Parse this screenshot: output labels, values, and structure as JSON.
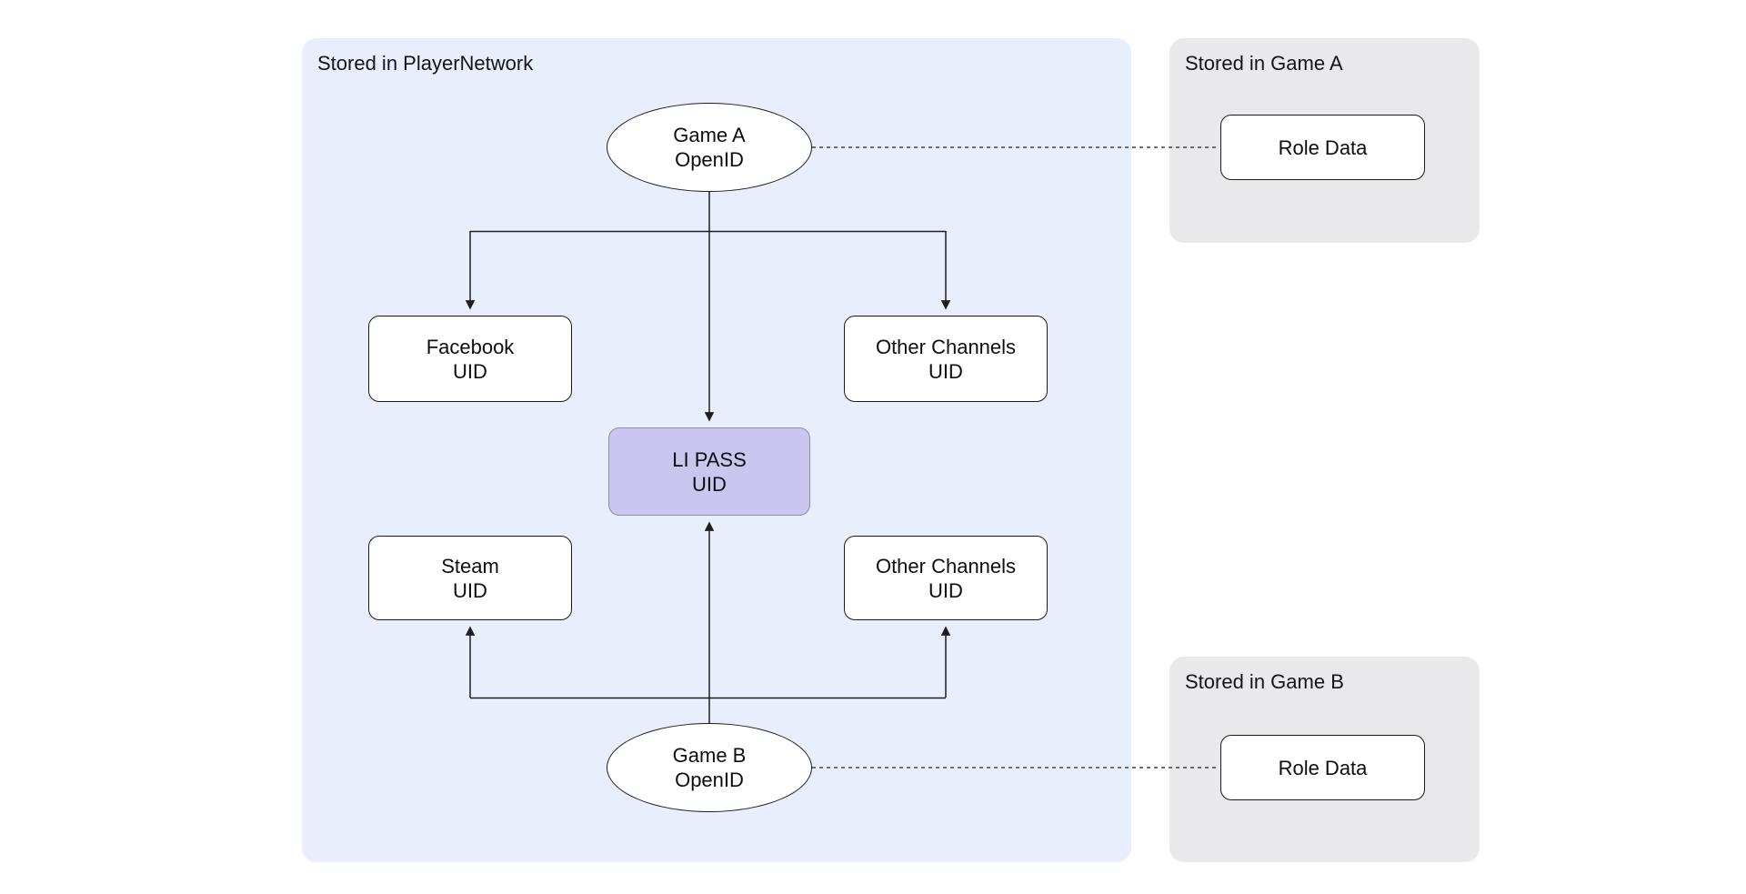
{
  "diagram": {
    "containers": {
      "player_network": {
        "label": "Stored in PlayerNetwork",
        "fill": "#e8eefc"
      },
      "game_a": {
        "label": "Stored in Game A",
        "fill": "#e9e9ec"
      },
      "game_b": {
        "label": "Stored in Game B",
        "fill": "#e9e9ec"
      }
    },
    "nodes": {
      "game_a_openid": {
        "line1": "Game A",
        "line2": "OpenID"
      },
      "facebook_uid": {
        "line1": "Facebook",
        "line2": "UID"
      },
      "other_channels_uid_top": {
        "line1": "Other Channels",
        "line2": "UID"
      },
      "li_pass_uid": {
        "line1": "LI PASS",
        "line2": "UID"
      },
      "steam_uid": {
        "line1": "Steam",
        "line2": "UID"
      },
      "other_channels_uid_bottom": {
        "line1": "Other Channels",
        "line2": "UID"
      },
      "game_b_openid": {
        "line1": "Game B",
        "line2": "OpenID"
      },
      "role_data_a": {
        "label": "Role Data"
      },
      "role_data_b": {
        "label": "Role Data"
      }
    },
    "edges": [
      {
        "from": "game_a_openid",
        "to": "facebook_uid",
        "style": "solid-arrow"
      },
      {
        "from": "game_a_openid",
        "to": "other_channels_uid_top",
        "style": "solid-arrow"
      },
      {
        "from": "game_a_openid",
        "to": "li_pass_uid",
        "style": "solid-arrow"
      },
      {
        "from": "game_b_openid",
        "to": "steam_uid",
        "style": "solid-arrow"
      },
      {
        "from": "game_b_openid",
        "to": "other_channels_uid_bottom",
        "style": "solid-arrow"
      },
      {
        "from": "game_b_openid",
        "to": "li_pass_uid",
        "style": "solid-arrow"
      },
      {
        "from": "game_a_openid",
        "to": "role_data_a",
        "style": "dashed"
      },
      {
        "from": "game_b_openid",
        "to": "role_data_b",
        "style": "dashed"
      }
    ],
    "colors": {
      "edge": "#1f1f1f",
      "node_border": "#1a1a1a",
      "node_fill": "#ffffff",
      "accent_fill": "#c9c6f0",
      "accent_border": "#8e8ca9",
      "container_blue": "#e8eefc",
      "container_gray": "#e9e9ec",
      "text": "#131313"
    }
  }
}
